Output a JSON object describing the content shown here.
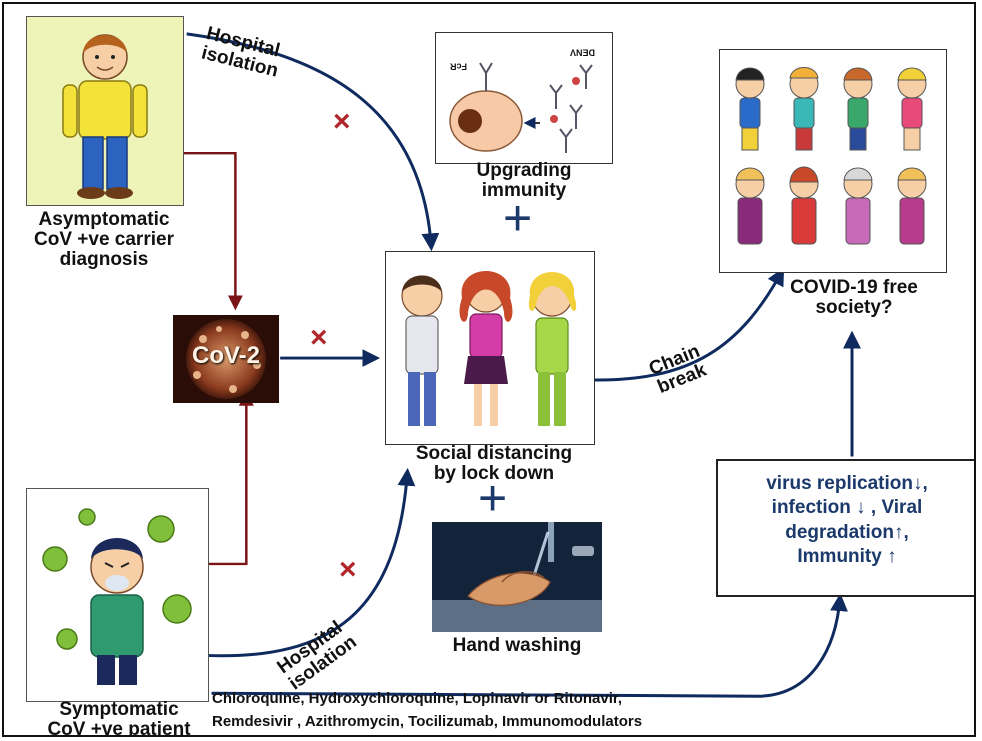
{
  "labels": {
    "asymptomatic": [
      "Asymptomatic",
      "CoV +ve carrier",
      "diagnosis"
    ],
    "symptomatic": [
      "Symptomatic",
      "CoV +ve patient"
    ],
    "hospital_isolation": [
      "Hospital",
      "isolation"
    ],
    "upgrading_immunity": [
      "Upgrading",
      "immunity"
    ],
    "social_distancing": [
      "Social distancing",
      "by lock down"
    ],
    "hand_washing": "Hand washing",
    "covid_free": [
      "COVID-19 free",
      "society?"
    ],
    "chain_break": [
      "Chain",
      "break"
    ],
    "virus_box": [
      "virus replication↓,",
      "infection ↓ , Viral",
      "degradation↑,",
      "Immunity ↑"
    ],
    "drugs": [
      "Chloroquine,  Hydroxychloroquine,  Lopinavir  or Ritonavir,",
      "Remdesivir , Azithromycin,  Tocilizumab,  Immunomodulators"
    ],
    "cov2": "CoV-2",
    "antibody_labels": {
      "fcr": "FcR",
      "denv": "DENV"
    },
    "plus": "+",
    "blocked": "×"
  },
  "colors": {
    "navy_arrow": "#0f2a5e",
    "maroon_arrow": "#7a1414",
    "cross": "#b0262a",
    "box_text": "#1b3a6b",
    "plus": "#1b3a6b"
  }
}
